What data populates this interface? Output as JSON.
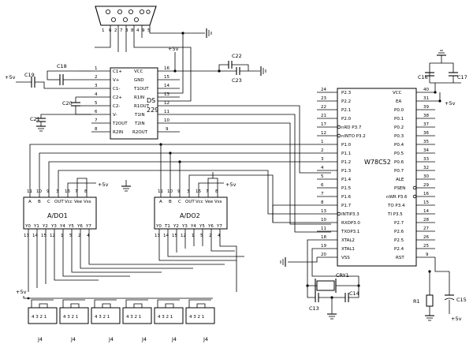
{
  "power": {
    "plus5": "+5v"
  },
  "db9": {
    "pins": [
      "1",
      "6",
      "2",
      "7",
      "3",
      "8",
      "4",
      "9",
      "5"
    ]
  },
  "ds229": {
    "name1": "DS",
    "name2": "229",
    "left_pins": [
      {
        "num": "1",
        "name": "C1+"
      },
      {
        "num": "2",
        "name": "V+"
      },
      {
        "num": "3",
        "name": "C1-"
      },
      {
        "num": "4",
        "name": "C2+"
      },
      {
        "num": "5",
        "name": "C2-"
      },
      {
        "num": "6",
        "name": "V-"
      },
      {
        "num": "7",
        "name": "T2OUT"
      },
      {
        "num": "8",
        "name": "R2IN"
      }
    ],
    "right_pins": [
      {
        "num": "16",
        "name": "VCC"
      },
      {
        "num": "15",
        "name": "GND"
      },
      {
        "num": "14",
        "name": "T1OUT"
      },
      {
        "num": "13",
        "name": "R1IN"
      },
      {
        "num": "12",
        "name": "R1OUT"
      },
      {
        "num": "11",
        "name": "T1IN"
      },
      {
        "num": "10",
        "name": "T2IN"
      },
      {
        "num": "9",
        "name": "R2OUT"
      }
    ]
  },
  "caps": {
    "c18": "C18",
    "c19": "C19",
    "c20": "C20",
    "c21": "C21",
    "c22": "C22",
    "c23": "C23",
    "c16": "C16",
    "c17": "C17",
    "c13": "C13",
    "c14": "C14",
    "c15": "C15"
  },
  "misc": {
    "cry1": "CRY1",
    "r1": "R1"
  },
  "mcu": {
    "name": "W78C52",
    "left_pins": [
      {
        "num": "24",
        "name": "P2.3"
      },
      {
        "num": "23",
        "name": "P2.2"
      },
      {
        "num": "22",
        "name": "P2.1"
      },
      {
        "num": "21",
        "name": "P2.0"
      },
      {
        "num": "17",
        "name": "nRD P3.7"
      },
      {
        "num": "12",
        "name": "nINTO P3.2"
      },
      {
        "num": "1",
        "name": "P1.0"
      },
      {
        "num": "2",
        "name": "P1.1"
      },
      {
        "num": "3",
        "name": "P1.2"
      },
      {
        "num": "4",
        "name": "P1.3"
      },
      {
        "num": "5",
        "name": "P1.4"
      },
      {
        "num": "6",
        "name": "P1.5"
      },
      {
        "num": "7",
        "name": "P1.6"
      },
      {
        "num": "8",
        "name": "P1.7"
      },
      {
        "num": "13",
        "name": "INTIP3.3"
      },
      {
        "num": "10",
        "name": "RXDP3.0"
      },
      {
        "num": "11",
        "name": "TXDP3.1"
      },
      {
        "num": "18",
        "name": "XTAL2"
      },
      {
        "num": "19",
        "name": "XTAL1"
      },
      {
        "num": "20",
        "name": "VSS"
      }
    ],
    "right_pins": [
      {
        "num": "40",
        "name": "VCC"
      },
      {
        "num": "31",
        "name": "EA"
      },
      {
        "num": "39",
        "name": "P0.0"
      },
      {
        "num": "38",
        "name": "P0.1"
      },
      {
        "num": "37",
        "name": "P0.2"
      },
      {
        "num": "36",
        "name": "P0.3"
      },
      {
        "num": "35",
        "name": "P0.4"
      },
      {
        "num": "34",
        "name": "P0.5"
      },
      {
        "num": "33",
        "name": "P0.6"
      },
      {
        "num": "32",
        "name": "P0.7"
      },
      {
        "num": "30",
        "name": "ALE"
      },
      {
        "num": "29",
        "name": "PSEN"
      },
      {
        "num": "16",
        "name": "nWR P3.6"
      },
      {
        "num": "15",
        "name": "TO P3.4"
      },
      {
        "num": "14",
        "name": "TI P3.5"
      },
      {
        "num": "28",
        "name": "P2.7"
      },
      {
        "num": "27",
        "name": "P2.6"
      },
      {
        "num": "26",
        "name": "P2.5"
      },
      {
        "num": "25",
        "name": "P2.4"
      },
      {
        "num": "9",
        "name": "RST"
      }
    ]
  },
  "ad1": {
    "name": "A/DO1",
    "top_labels": [
      "A",
      "B",
      "C",
      "OUT",
      "Vcc",
      "Vee",
      "Vss"
    ],
    "top_nums": [
      "11",
      "10",
      "9",
      "3",
      "16",
      "7",
      "8"
    ],
    "bottom_labels": [
      "Y0",
      "Y1",
      "Y2",
      "Y3",
      "Y4",
      "Y5",
      "Y6",
      "Y7"
    ],
    "bottom_nums": [
      "13",
      "14",
      "15",
      "12",
      "1",
      "5",
      "2",
      "4"
    ]
  },
  "ad2": {
    "name": "A/DO2",
    "top_labels": [
      "A",
      "B",
      "C",
      "OUT",
      "Vcc",
      "Vee",
      "Vss"
    ],
    "top_nums": [
      "11",
      "10",
      "9",
      "3",
      "16",
      "7",
      "8"
    ],
    "bottom_labels": [
      "Y0",
      "T1",
      "Y2",
      "Y3",
      "Y4",
      "Y5",
      "Y6",
      "Y7"
    ],
    "bottom_nums": [
      "13",
      "14",
      "15",
      "12",
      "1",
      "5",
      "2",
      "4"
    ]
  },
  "connectors": [
    {
      "label": "J4",
      "pins": "4 3 2 1"
    },
    {
      "label": "J4",
      "pins": "4 3 2 1"
    },
    {
      "label": "J4",
      "pins": "4 3 2 1"
    },
    {
      "label": "J4",
      "pins": "4 3 2 1"
    },
    {
      "label": "J4",
      "pins": "4 3 2 1"
    },
    {
      "label": "J4",
      "pins": "4 3 2 1"
    }
  ]
}
